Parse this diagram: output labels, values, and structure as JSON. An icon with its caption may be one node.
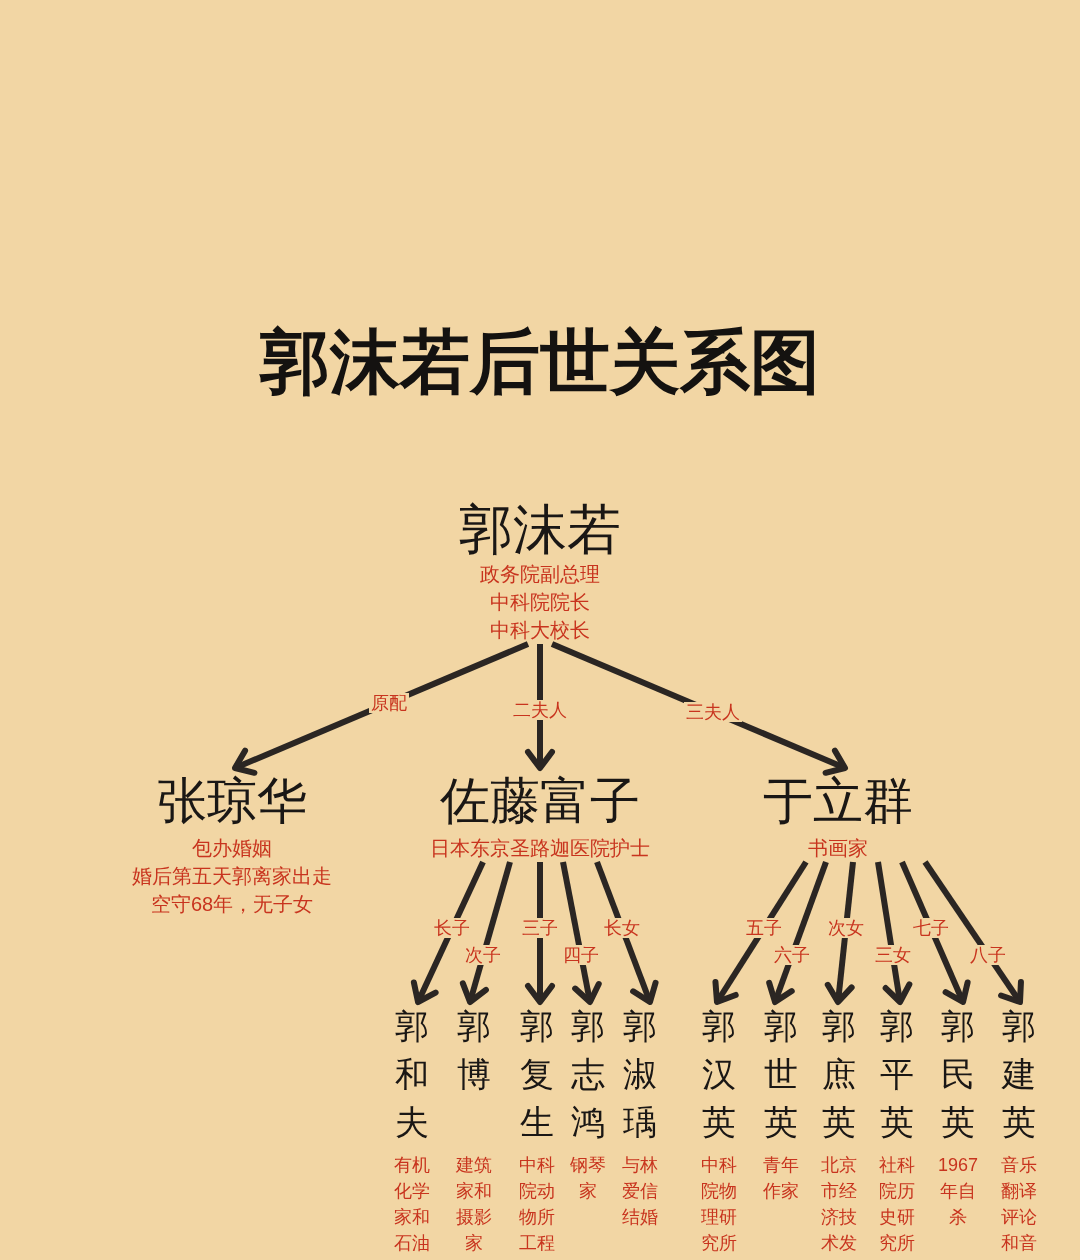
{
  "diagram": {
    "title": "郭沫若后世关系图",
    "nodes": [
      {
        "text": [
          "郭沫若",
          "政务院副总理",
          "中科院院长",
          "中科大校长"
        ]
      },
      {
        "text": [
          "张琼华",
          "包办婚姻",
          "婚后第五天郭离家出走",
          "空守68年，无子女"
        ]
      },
      {
        "text": [
          "佐藤富子",
          "日本东京圣路迦医院护士"
        ]
      },
      {
        "text": [
          "于立群",
          "书画家"
        ]
      },
      {
        "text": [
          "郭和夫",
          "有机化学家和石油"
        ]
      },
      {
        "text": [
          "郭博",
          "建筑家和摄影家"
        ]
      },
      {
        "text": [
          "郭复生",
          "中科院动物所工程"
        ]
      },
      {
        "text": [
          "郭志鸿",
          "钢琴家"
        ]
      },
      {
        "text": [
          "郭淑瑀",
          "与林爱信结婚"
        ]
      },
      {
        "text": [
          "郭汉英",
          "中科院物理研究所"
        ]
      },
      {
        "text": [
          "郭世英",
          "青年作家"
        ]
      },
      {
        "text": [
          "郭庶英",
          "北京市经济技术发"
        ]
      },
      {
        "text": [
          "郭平英",
          "社科院历史研究所"
        ]
      },
      {
        "text": [
          "郭民英",
          "1967年自杀"
        ]
      },
      {
        "text": [
          "郭建英",
          "音乐翻译评论和音"
        ]
      }
    ],
    "edges": [
      {
        "from": 0,
        "to": 1,
        "arrow": "to",
        "label": "原配"
      },
      {
        "from": 0,
        "to": 2,
        "arrow": "to",
        "label": "二夫人"
      },
      {
        "from": 0,
        "to": 3,
        "arrow": "to",
        "label": "三夫人"
      },
      {
        "from": 2,
        "to": 4,
        "arrow": "to",
        "label": "长子"
      },
      {
        "from": 2,
        "to": 5,
        "arrow": "to",
        "label": "次子"
      },
      {
        "from": 2,
        "to": 6,
        "arrow": "to",
        "label": "三子"
      },
      {
        "from": 2,
        "to": 7,
        "arrow": "to",
        "label": "四子"
      },
      {
        "from": 2,
        "to": 8,
        "arrow": "to",
        "label": "长女"
      },
      {
        "from": 3,
        "to": 9,
        "arrow": "to",
        "label": "五子"
      },
      {
        "from": 3,
        "to": 10,
        "arrow": "to",
        "label": "六子"
      },
      {
        "from": 3,
        "to": 11,
        "arrow": "to",
        "label": "次女"
      },
      {
        "from": 3,
        "to": 12,
        "arrow": "to",
        "label": "三女"
      },
      {
        "from": 3,
        "to": 13,
        "arrow": "to",
        "label": "七子"
      },
      {
        "from": 3,
        "to": 14,
        "arrow": "to",
        "label": "八子"
      }
    ]
  }
}
